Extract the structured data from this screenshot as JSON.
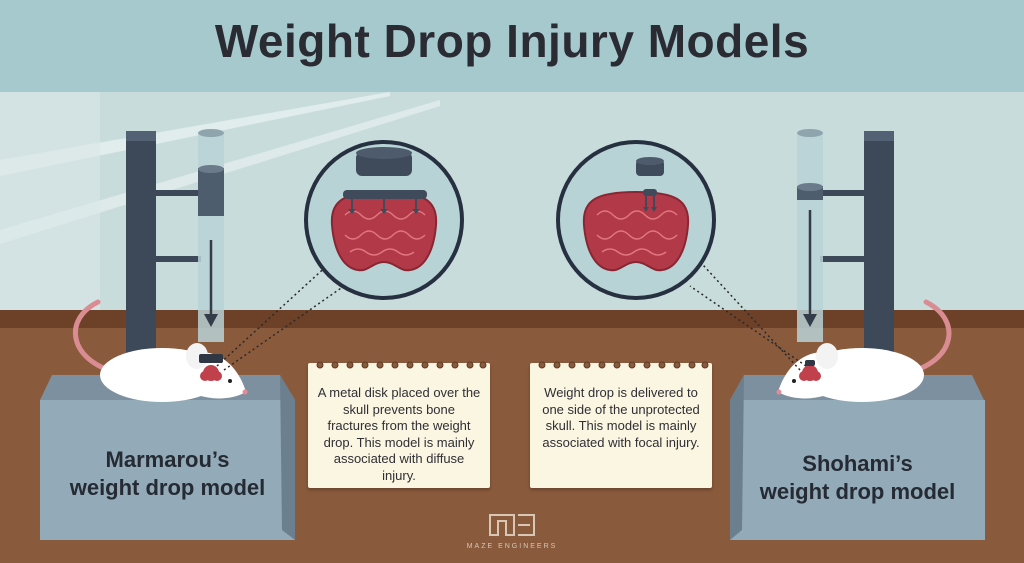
{
  "title": "Weight Drop Injury Models",
  "left_model": {
    "label_line1": "Marmarou’s",
    "label_line2": "weight drop model",
    "note": "A metal disk placed over the skull prevents bone fractures from the weight drop. This model is mainly associated with diffuse injury."
  },
  "right_model": {
    "label_line1": "Shohami’s",
    "label_line2": "weight drop model",
    "note": "Weight drop is delivered to one side of the unprotected skull. This model is mainly associated with focal injury."
  },
  "brand": {
    "name": "MAZE ENGINEERS",
    "logo": "maze-logo"
  },
  "colors": {
    "title_bar": "#a5c9cc",
    "wall": "#c9dcdc",
    "floor": "#8a5a3c",
    "pedestal": "#93aab9",
    "brain": "#b23a48",
    "dark_slate": "#3f4c5c"
  }
}
